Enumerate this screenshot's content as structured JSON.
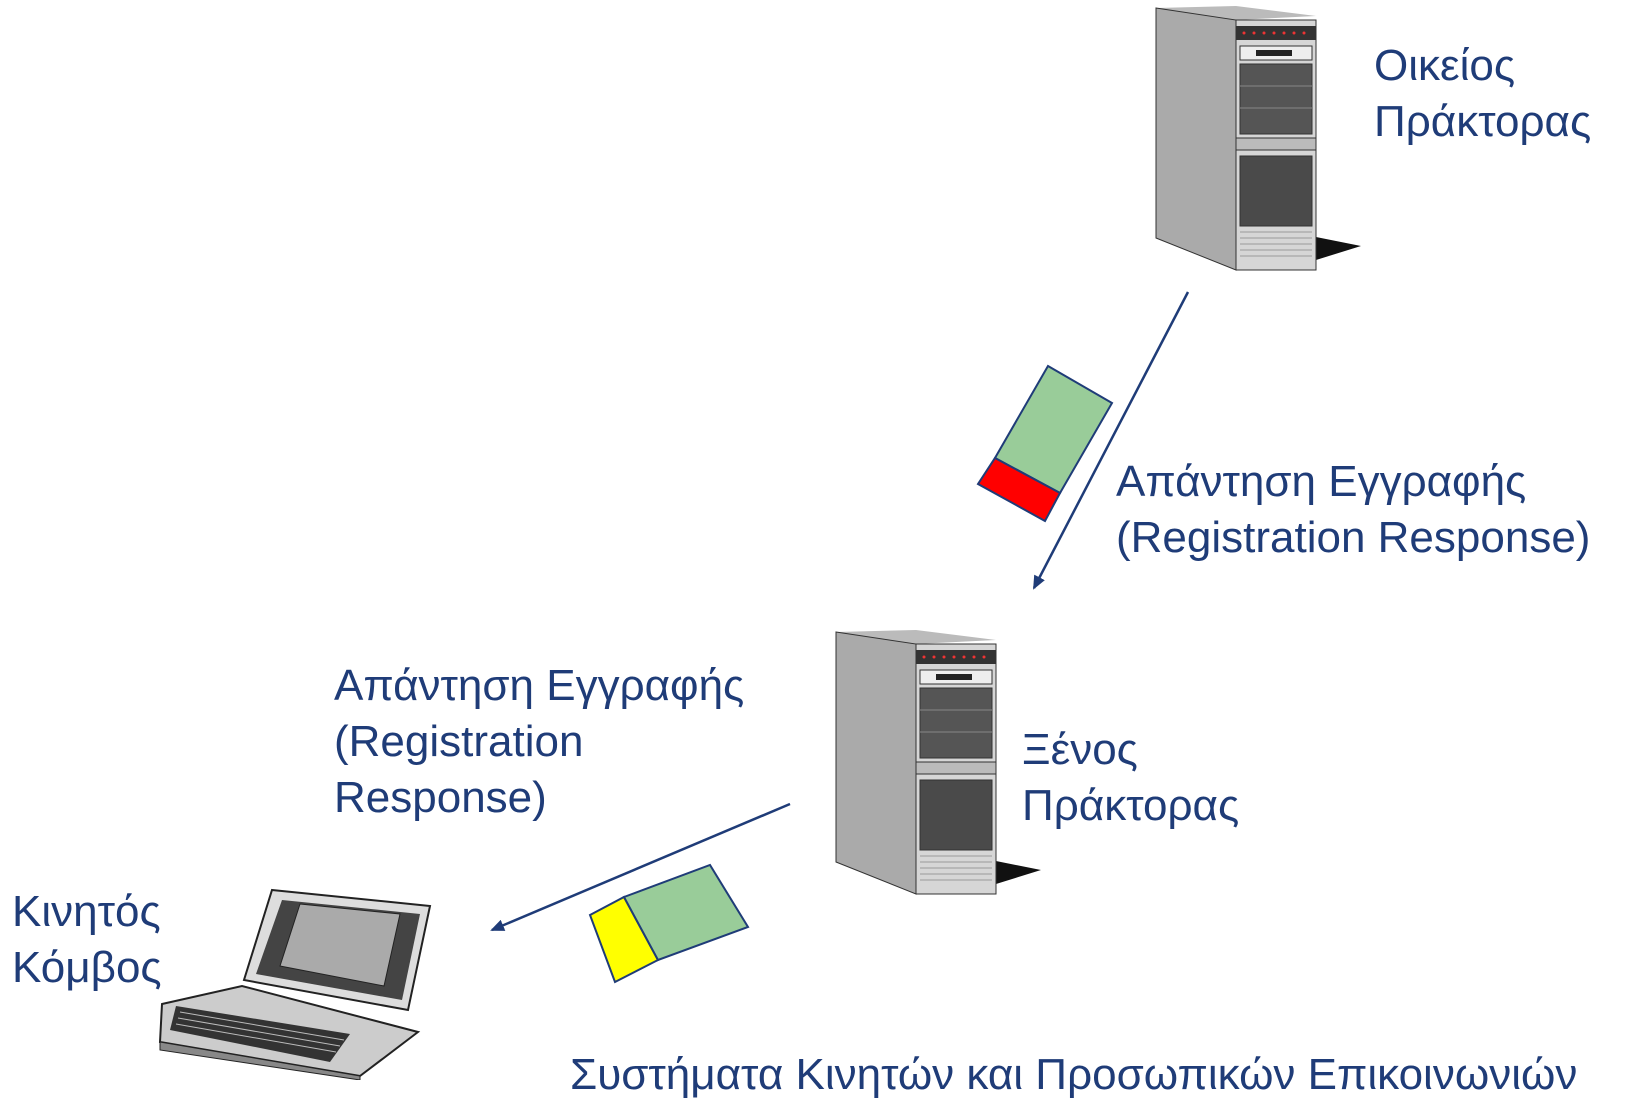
{
  "home_agent": {
    "line1": "Οικείος",
    "line2": "Πράκτορας"
  },
  "foreign_agent": {
    "line1": "Ξένος",
    "line2": "Πράκτορας"
  },
  "mobile_node": {
    "line1": "Κινητός",
    "line2": "Κόμβος"
  },
  "response_1": {
    "line1": "Απάντηση Εγγραφής",
    "line2": "(Registration Response)"
  },
  "response_2": {
    "line1": "Απάντηση Εγγραφής",
    "line2": "(Registration",
    "line3": "Response)"
  },
  "footer": "Συστήματα Κινητών και Προσωπικών Επικοινωνιών",
  "colors": {
    "text": "#1f3c78",
    "arrow": "#1f3c78",
    "packet_body": "#99cc99",
    "packet_header_1": "#ff0000",
    "packet_header_2": "#ffff00"
  },
  "icons": [
    "server-tower-icon",
    "server-tower-icon",
    "laptop-icon"
  ]
}
